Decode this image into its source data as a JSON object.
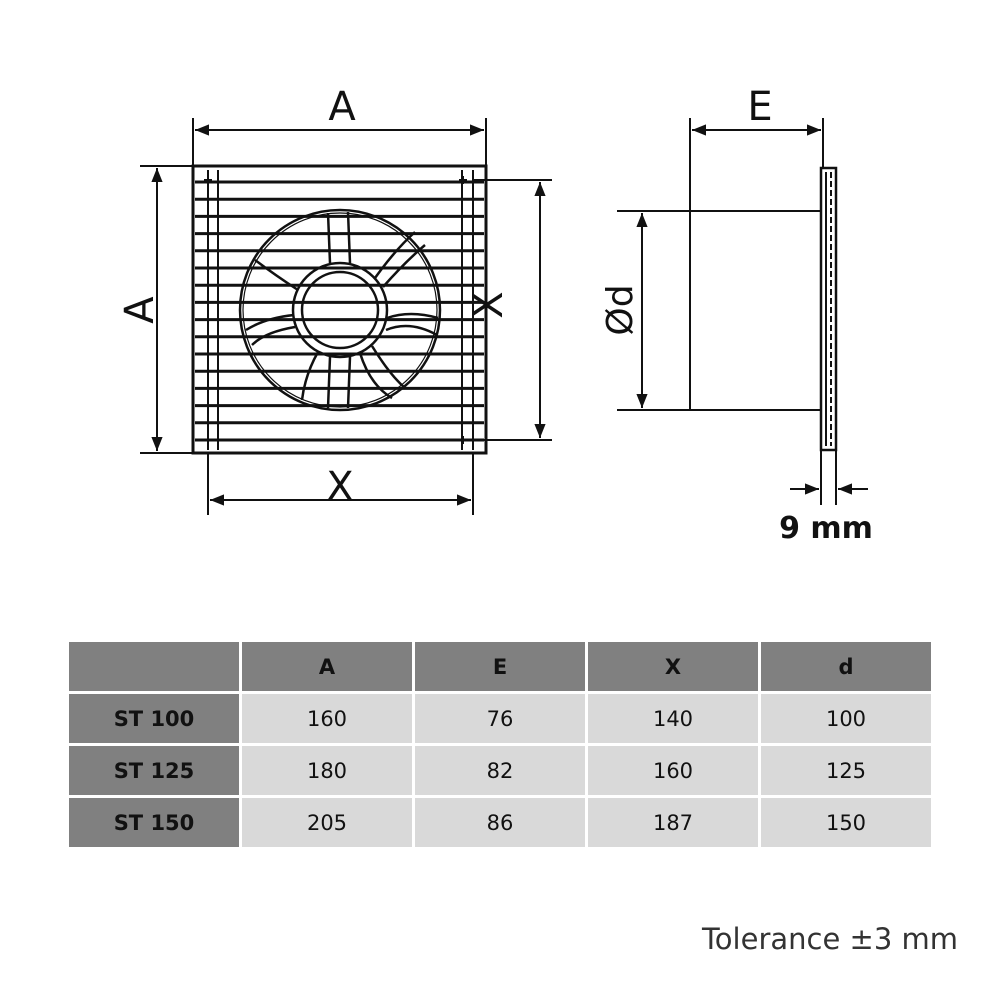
{
  "front_view": {
    "label_top": "A",
    "label_left": "A",
    "label_right": "X",
    "label_bottom": "X"
  },
  "side_view": {
    "label_top": "E",
    "label_diameter": "Ød",
    "label_thickness": "9 mm"
  },
  "table": {
    "headers": [
      "",
      "A",
      "E",
      "X",
      "d"
    ],
    "rows": [
      {
        "model": "ST 100",
        "values": [
          "160",
          "76",
          "140",
          "100"
        ]
      },
      {
        "model": "ST 125",
        "values": [
          "180",
          "82",
          "160",
          "125"
        ]
      },
      {
        "model": "ST 150",
        "values": [
          "205",
          "86",
          "187",
          "150"
        ]
      }
    ]
  },
  "tolerance": "Tolerance ±3 mm",
  "colors": {
    "header": "#808080",
    "cell": "#d9d9d9",
    "line": "#111111"
  }
}
